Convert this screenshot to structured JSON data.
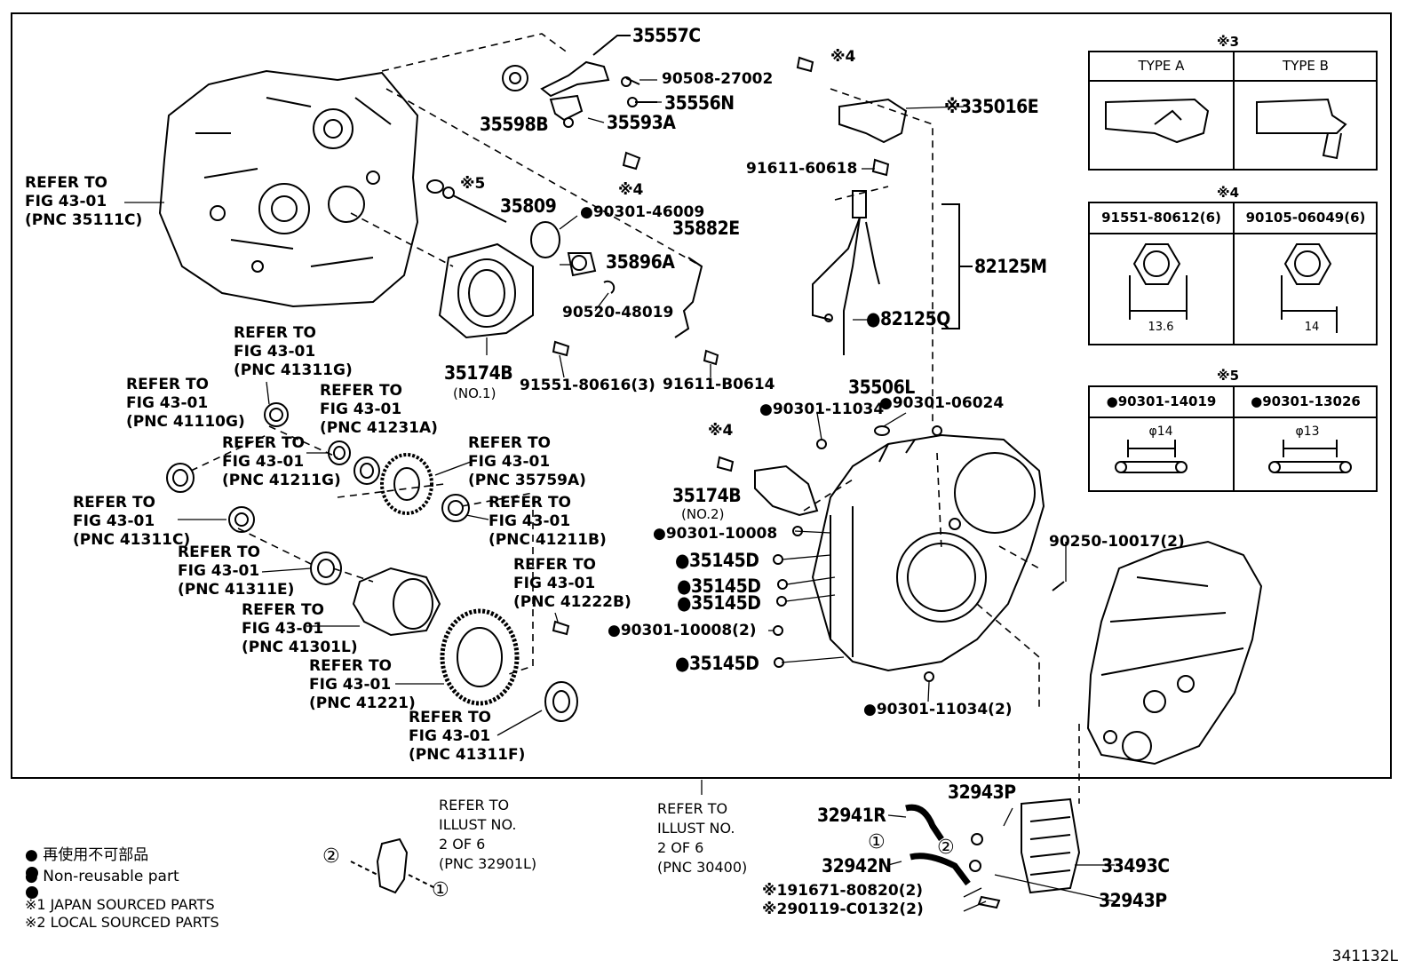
{
  "diagram_id": "341132L",
  "labels": {
    "p35557C": "35557C",
    "p90508": "90508-27002",
    "p35556N": "35556N",
    "p35598B": "35598B",
    "p35593A": "35593A",
    "p35809": "35809",
    "p90301_46009": "●90301-46009",
    "p35882E": "35882E",
    "p35896A": "35896A",
    "p90520": "90520-48019",
    "p35174B1": "35174B",
    "p35174B1sub": "(NO.1)",
    "p91551_80616": "91551-80616(3)",
    "p91611_B0614": "91611-B0614",
    "p35016E": "※335016E",
    "p91611_60618": "91611-60618",
    "p82125M": "82125M",
    "p82125Q": "●82125Q",
    "p35506L": "35506L",
    "p90301_11034a": "●90301-11034",
    "p90301_06024": "●90301-06024",
    "p35174B2": "35174B",
    "p35174B2sub": "(NO.2)",
    "p90301_10008": "●90301-10008",
    "p35145D1": "●35145D",
    "p35145D2": "●35145D",
    "p35145D3": "●35145D",
    "p90301_10008_2": "●90301-10008(2)",
    "p35145D4": "●35145D",
    "p90250": "90250-10017(2)",
    "p90301_11034b": "●90301-11034(2)",
    "mark4a": "※4",
    "mark4b": "※4",
    "mark4c": "※4",
    "mark5": "※5",
    "p32943P_top": "32943P",
    "p32941R": "32941R",
    "p32942N": "32942N",
    "p33493C": "33493C",
    "p32943P_bot": "32943P",
    "p91671": "※191671-80820(2)",
    "p90119": "※290119-C0132(2)",
    "c1a": "①",
    "c2a": "②",
    "c1b": "①",
    "c2b": "②"
  },
  "refs": {
    "r35111C": "REFER TO\nFIG 43-01\n(PNC 35111C)",
    "r41311G": "REFER TO\nFIG 43-01\n(PNC 41311G)",
    "r41110G": "REFER TO\nFIG 43-01\n(PNC 41110G)",
    "r41231A": "REFER TO\nFIG 43-01\n(PNC 41231A)",
    "r41211G": "REFER TO\nFIG 43-01\n(PNC 41211G)",
    "r35759A": "REFER TO\nFIG 43-01\n(PNC 35759A)",
    "r41311C": "REFER TO\nFIG 43-01\n(PNC 41311C)",
    "r41211B": "REFER TO\nFIG 43-01\n(PNC 41211B)",
    "r41311E": "REFER TO\nFIG 43-01\n(PNC 41311E)",
    "r41222B": "REFER TO\nFIG 43-01\n(PNC 41222B)",
    "r41301L": "REFER TO\nFIG 43-01\n(PNC 41301L)",
    "r41221": "REFER TO\nFIG 43-01\n(PNC 41221)",
    "r41311F": "REFER TO\nFIG 43-01\n(PNC 41311F)",
    "r32901L": "REFER TO\nILLUST NO.\n2 OF 6\n(PNC 32901L)",
    "r30400": "REFER TO\nILLUST NO.\n2 OF 6\n(PNC 30400)"
  },
  "tables": {
    "t3": {
      "title": "※3",
      "col1": "TYPE A",
      "col2": "TYPE B"
    },
    "t4": {
      "title": "※4",
      "col1": "91551-80612(6)",
      "col2": "90105-06049(6)",
      "dim1": "13.6",
      "dim2": "14"
    },
    "t5": {
      "title": "※5",
      "col1": "●90301-14019",
      "col2": "●90301-13026",
      "dim1": "φ14",
      "dim2": "φ13"
    }
  },
  "legend": {
    "l1": "● 再使用不可部品",
    "l2": "● Non-reusable part",
    "l3": "※1  JAPAN SOURCED PARTS",
    "l4": "※2  LOCAL SOURCED PARTS"
  }
}
